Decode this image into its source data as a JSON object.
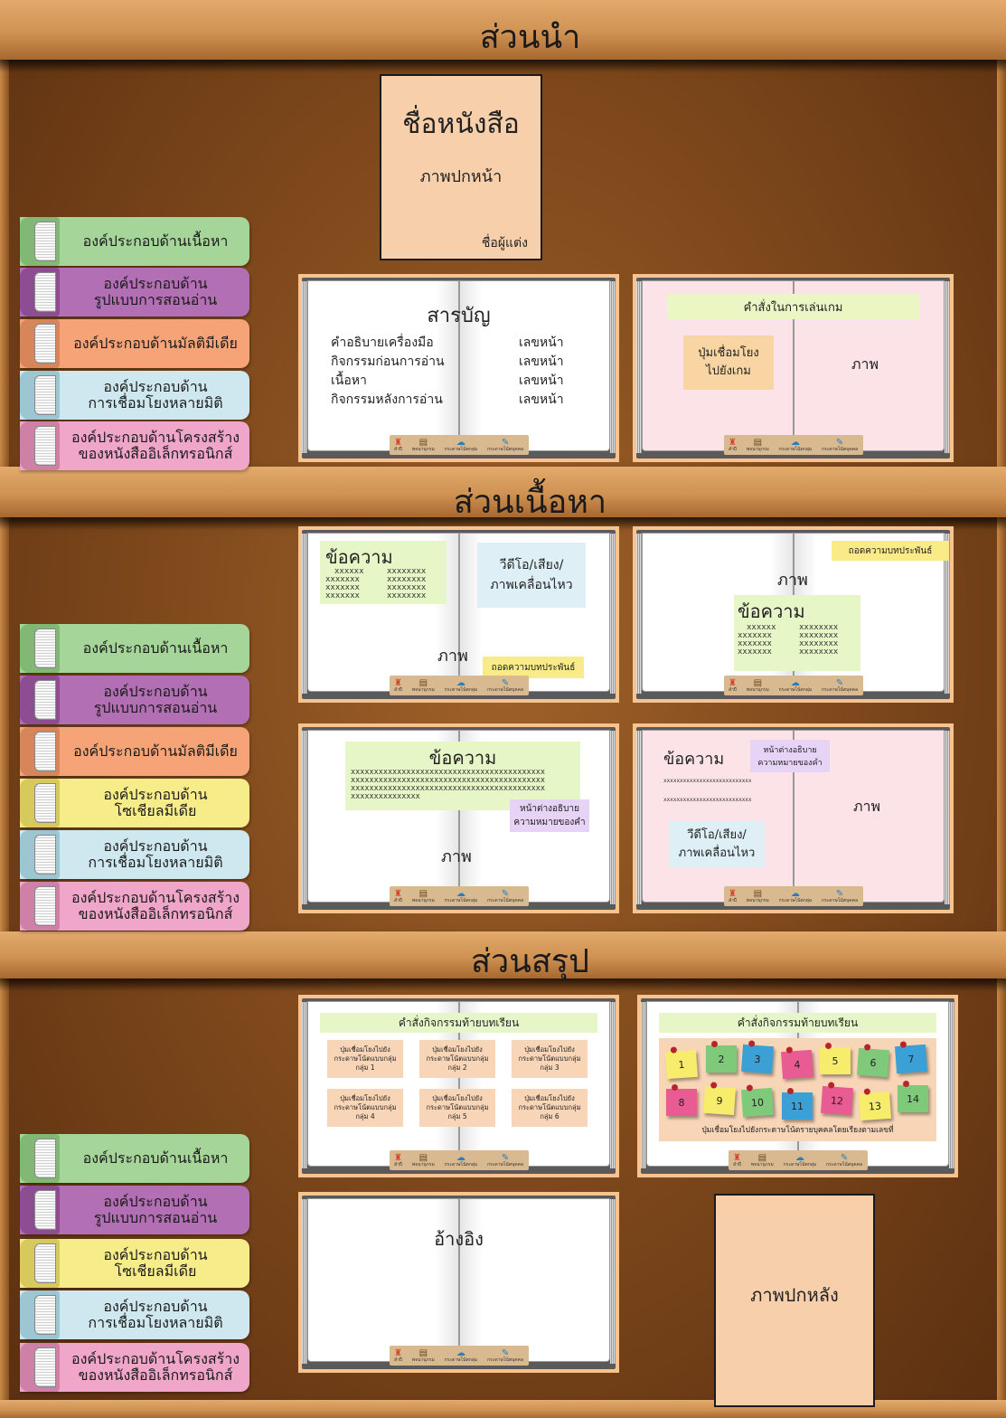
{
  "sections": {
    "intro": "ส่วนนำ",
    "content": "ส่วนเนื้อหา",
    "summary": "ส่วนสรุป"
  },
  "tabs": {
    "content": "องค์ประกอบด้านเนื้อหา",
    "teaching": "องค์ประกอบด้าน\nรูปแบบการสอนอ่าน",
    "multimedia": "องค์ประกอบด้านมัลติมีเดีย",
    "social": "องค์ประกอบด้าน\nโซเชียลมีเดีย",
    "linking": "องค์ประกอบด้าน\nการเชื่อมโยงหลายมิติ",
    "structure": "องค์ประกอบด้านโครงสร้าง\nของหนังสืออิเล็กทรอนิกส์"
  },
  "front_cover": {
    "title": "ชื่อหนังสือ",
    "subtitle": "ภาพปกหน้า",
    "author": "ชื่อผู้แต่ง"
  },
  "toc": {
    "title": "สารบัญ",
    "rows": [
      {
        "item": "คำอธิบายเครื่องมือ",
        "page": "เลขหน้า"
      },
      {
        "item": "กิจกรรมก่อนการอ่าน",
        "page": "เลขหน้า"
      },
      {
        "item": "เนื้อหา",
        "page": "เลขหน้า"
      },
      {
        "item": "กิจกรรมหลังการอ่าน",
        "page": "เลขหน้า"
      }
    ]
  },
  "nav": [
    "ลำปี",
    "พจนานุกรม",
    "กระดาษโน้ตกลุ่ม",
    "กระดาษโน้ตบุคคล"
  ],
  "game": {
    "instructions": "คำสั่งในการเล่นเกม",
    "link": "ปุ่มเชื่อมโยง\nไปยังเกม",
    "image": "ภาพ"
  },
  "common": {
    "text": "ข้อความ",
    "image": "ภาพ",
    "video": "วีดีโอ/เสียง/\nภาพเคลื่อนไหว",
    "transcript": "ถอดความบทประพันธ์",
    "glossary": "หน้าต่างอธิบาย\nความหมายของคำ",
    "xshort": [
      "xxxxxx",
      "xxxxxxx",
      "xxxxxxx",
      "xxxxxxx"
    ],
    "xshort2": [
      "xxxxxxxx",
      "xxxxxxxx",
      "xxxxxxxx",
      "xxxxxxxx"
    ],
    "xlong": [
      "xxxxxxxxxxxxxxxxxxxxxxxxxxxxxxxxxxxxxxxxxx",
      "xxxxxxxxxxxxxxxxxxxxxxxxxxxxxxxxxxxxxxxxxx",
      "xxxxxxxxxxxxxxxxxxxxxxxxxxxxxxxxxxxxxxxxxx",
      "xxxxxxxxxxxxxxx"
    ],
    "xmid": "xxxxxxxxxxxxxxxxxxxxxxxxxxx"
  },
  "activity": {
    "title": "คำสั่งกิจกรรมท้ายบทเรียน",
    "groups": [
      "ปุ่มเชื่อมโยงไปยัง\nกระดาษโน้ตแบบกลุ่ม\nกลุ่ม 1",
      "ปุ่มเชื่อมโยงไปยัง\nกระดาษโน้ตแบบกลุ่ม\nกลุ่ม 2",
      "ปุ่มเชื่อมโยงไปยัง\nกระดาษโน้ตแบบกลุ่ม\nกลุ่ม 3",
      "ปุ่มเชื่อมโยงไปยัง\nกระดาษโน้ตแบบกลุ่ม\nกลุ่ม 4",
      "ปุ่มเชื่อมโยงไปยัง\nกระดาษโน้ตแบบกลุ่ม\nกลุ่ม 5",
      "ปุ่มเชื่อมโยงไปยัง\nกระดาษโน้ตแบบกลุ่ม\nกลุ่ม 6"
    ],
    "notes": [
      "1",
      "2",
      "3",
      "4",
      "5",
      "6",
      "7",
      "8",
      "9",
      "10",
      "11",
      "12",
      "13",
      "14"
    ],
    "note_colors": [
      "#f7ec6c",
      "#7fc97a",
      "#3aa0d6",
      "#e95b93",
      "#f7ec6c",
      "#7fc97a",
      "#3aa0d6",
      "#e95b93",
      "#f7ec6c",
      "#7fc97a",
      "#3aa0d6",
      "#e95b93",
      "#f7ec6c",
      "#7fc97a"
    ],
    "personal_caption": "ปุ่มเชื่อมโยงไปยังกระดาษโน้ตรายบุคคลโดยเรียงตามเลขที่"
  },
  "reference": "อ้างอิง",
  "back_cover": "ภาพปกหลัง"
}
